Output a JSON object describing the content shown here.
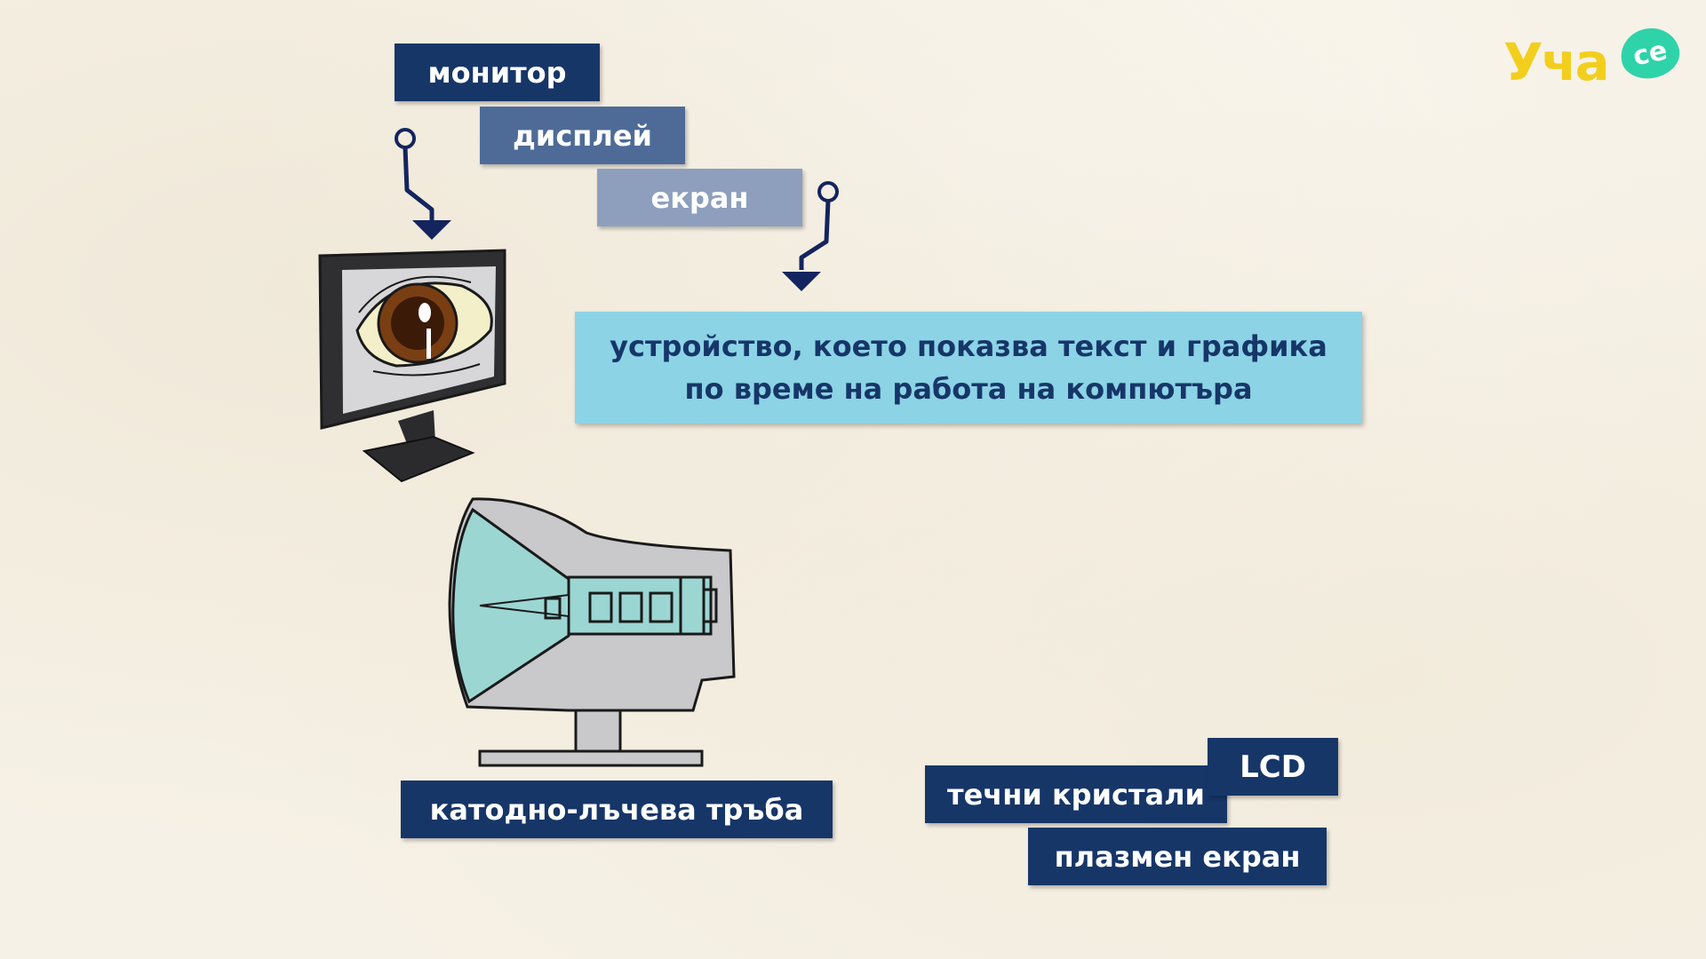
{
  "terms": {
    "monitor": "монитор",
    "display": "дисплей",
    "screen": "екран"
  },
  "definition": {
    "line1": "устройство, което показва текст и графика",
    "line2": "по време на работа на компютъра"
  },
  "types": {
    "crt": "катодно-лъчева тръба",
    "liquid_crystals": "течни кристали",
    "lcd": "LCD",
    "plasma": "плазмен екран"
  },
  "logo": {
    "text": "Уча",
    "badge": "се"
  },
  "colors": {
    "navy": "#163668",
    "mid_blue": "#4e6b98",
    "light_blue": "#8d9fbd",
    "definition_bg": "#8cd3e6",
    "logo_yellow": "#f2cf1d",
    "logo_green": "#2fd3a9"
  },
  "icons": [
    "monitor-eye-illustration",
    "crt-monitor-illustration",
    "arrow-connector-icon"
  ]
}
